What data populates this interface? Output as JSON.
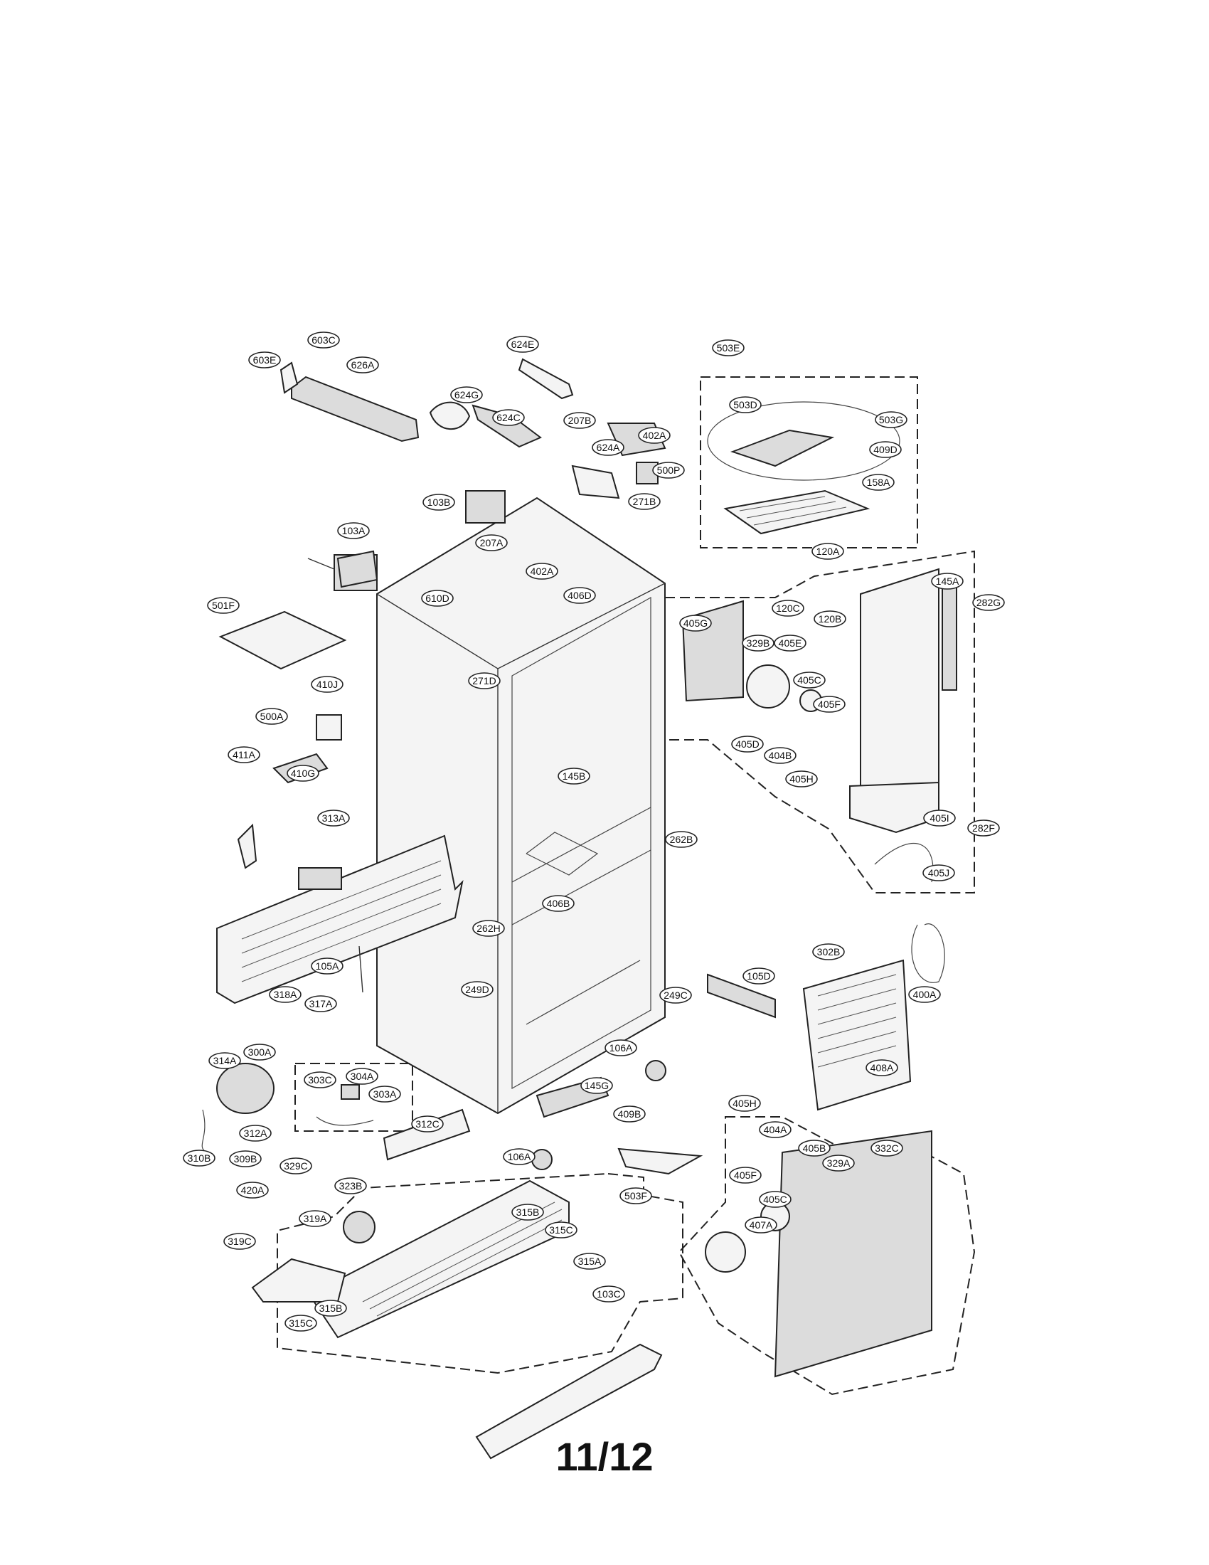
{
  "page_number": "11/12",
  "callouts": [
    "603E",
    "603C",
    "626A",
    "624E",
    "624G",
    "624C",
    "207B",
    "402A",
    "624A",
    "500P",
    "103B",
    "503E",
    "503D",
    "503G",
    "409D",
    "158A",
    "271B",
    "103A",
    "207A",
    "402A",
    "406D",
    "610D",
    "501F",
    "271D",
    "120A",
    "282G",
    "120C",
    "145A",
    "120B",
    "405G",
    "329B",
    "405E",
    "405C",
    "405F",
    "405D",
    "404B",
    "405H",
    "405I",
    "282F",
    "405J",
    "410J",
    "500A",
    "411A",
    "410G",
    "313A",
    "145B",
    "262B",
    "406B",
    "262H",
    "105A",
    "318A",
    "317A",
    "249D",
    "249C",
    "105D",
    "302B",
    "400A",
    "408A",
    "106A",
    "314A",
    "300A",
    "303C",
    "304A",
    "303A",
    "312A",
    "310B",
    "145G",
    "312C",
    "409B",
    "106A",
    "503F",
    "309B",
    "329C",
    "420A",
    "323B",
    "319A",
    "319C",
    "315B",
    "315C",
    "315A",
    "405H",
    "404A",
    "405B",
    "332C",
    "405F",
    "329A",
    "405C",
    "407A",
    "103C",
    "315B",
    "315C"
  ]
}
